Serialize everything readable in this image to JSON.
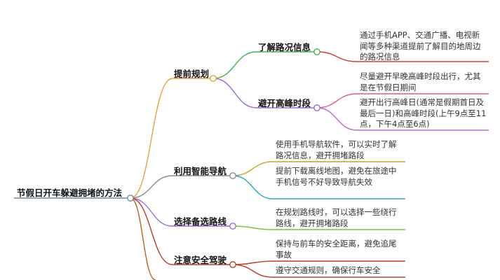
{
  "root": {
    "label": "节假日开车躲避拥堵的方法"
  },
  "branches": [
    {
      "label": "提前规划",
      "color": "#e8a03a",
      "children": [
        {
          "label": "了解路况信息",
          "color": "#4caf50",
          "notes": [
            "通过手机APP、交通广播、电视新闻等多种渠道提前了解目的地周边的路况信息"
          ]
        },
        {
          "label": "避开高峰时段",
          "color": "#9c6ad1",
          "notes": [
            "尽量避开早晚高峰时段出行，尤其是在节假日期间",
            "避开出行高峰日(通常是假期首日及最后一日)和高峰时段(上午9点至11点，下午4点至6点)"
          ]
        }
      ]
    },
    {
      "label": "利用智能导航",
      "color": "#8c8c8c",
      "notes": [
        "使用手机导航软件，可以实时了解路况信息，避开拥堵路段",
        "提前下载离线地图，避免在旅途中手机信号不好导致导航失效"
      ]
    },
    {
      "label": "选择备选路线",
      "color": "#9c6ad1",
      "notes": [
        "在规划路线时，可以选择一些绕行路线，避开拥堵路段"
      ]
    },
    {
      "label": "注意安全驾驶",
      "color": "#c0392b",
      "notes": [
        "保持与前车的安全距离，避免追尾事故",
        "遵守交通规则，确保行车安全"
      ]
    }
  ],
  "colors": {
    "leaf_notes": [
      "#d33b3b",
      "#e05a8a",
      "#c06ad0",
      "#c9a227",
      "#2aa8c4",
      "#7cc242",
      "#c0392b",
      "#c0392b"
    ]
  }
}
